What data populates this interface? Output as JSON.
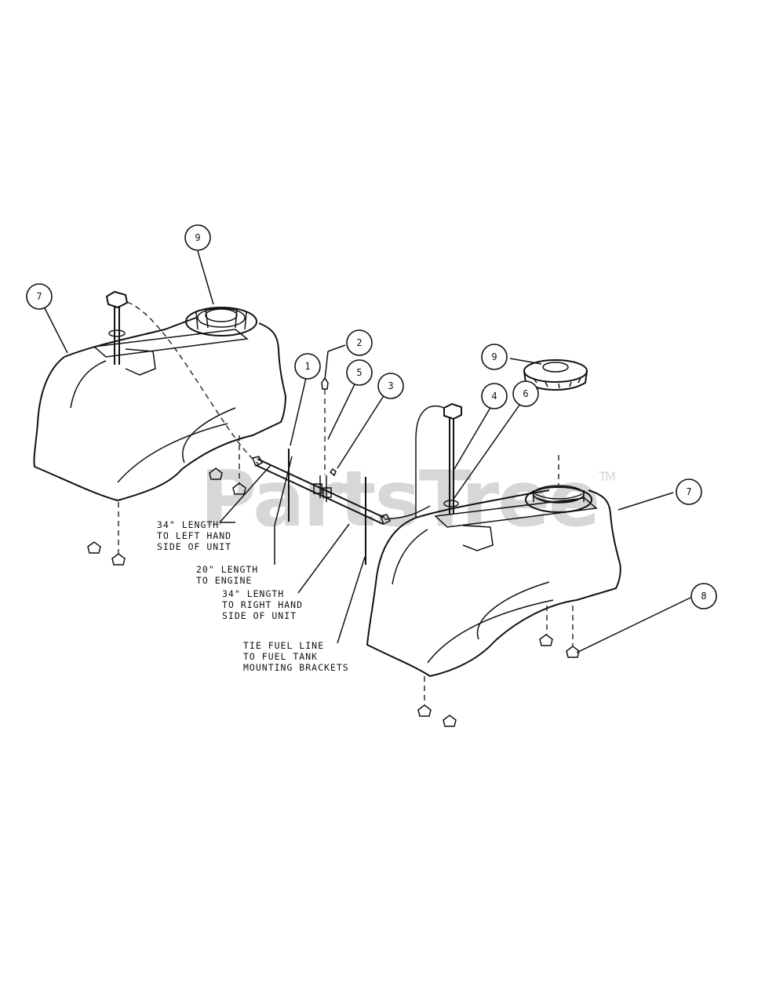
{
  "watermark": {
    "text": "PartsTree",
    "mark": "TM"
  },
  "callouts": {
    "c1": "1",
    "c2": "2",
    "c3": "3",
    "c4": "4",
    "c5": "5",
    "c6": "6",
    "c7a": "7",
    "c7b": "7",
    "c8": "8",
    "c9a": "9",
    "c9b": "9"
  },
  "notes": {
    "left_hand": [
      "34\" LENGTH",
      "TO LEFT HAND",
      "SIDE OF UNIT"
    ],
    "engine": [
      "20\" LENGTH",
      "TO ENGINE"
    ],
    "right_hand": [
      "34\" LENGTH",
      "TO RIGHT HAND",
      "SIDE OF UNIT"
    ],
    "tie": [
      "TIE FUEL LINE",
      "TO FUEL TANK",
      "MOUNTING BRACKETS"
    ]
  }
}
